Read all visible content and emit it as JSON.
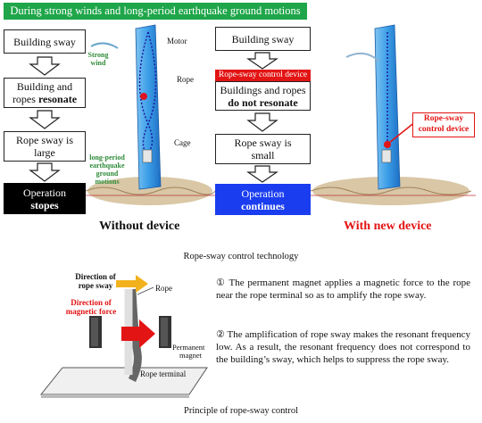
{
  "banner": "During strong winds and long-period earthquake ground motions",
  "left": {
    "box1": "Building sway",
    "box2_line1": "Building and",
    "box2_line2a": "ropes ",
    "box2_line2b": "resonate",
    "box3_line1": "Rope sway is",
    "box3_line2": "large",
    "box4_line1": "Operation",
    "box4_line2": "stopes",
    "title": "Without device"
  },
  "right": {
    "box1": "Building sway",
    "device_bar": "Rope-sway control device",
    "box2_line1": "Buildings and ropes",
    "box2_line2": "do not resonate",
    "box3_line1": "Rope sway is",
    "box3_line2": "small",
    "box4_line1": "Operation",
    "box4_line2": "continues",
    "title": "With new device",
    "device_label_line1": "Rope-sway",
    "device_label_line2": "control device"
  },
  "tower_labels": {
    "motor": "Motor",
    "rope": "Rope",
    "cage": "Cage",
    "wind_line1": "Strong",
    "wind_line2": "wind",
    "quake_line1": "long-period",
    "quake_line2": "earthquake",
    "quake_line3": "ground",
    "quake_line4": "motions"
  },
  "caption_top": "Rope-sway control technology",
  "principle": {
    "direction_sway_line1": "Direction of",
    "direction_sway_line2": "rope sway",
    "direction_force_line1": "Direction of",
    "direction_force_line2": "magnetic force",
    "rope": "Rope",
    "permanent_line1": "Permanent",
    "permanent_line2": "magnet",
    "rope_terminal": "Rope terminal"
  },
  "para1": "① The permanent magnet applies a magnetic force to the rope near the rope terminal so as to amplify the rope sway.",
  "para2": "② The amplification of rope sway makes the resonant frequency low. As a result, the resonant frequency does not correspond to the building’s sway, which helps to suppress the rope sway.",
  "caption_bottom": "Principle of rope-sway control",
  "colors": {
    "green": "#1fa64a",
    "red": "#e31414",
    "blue": "#1a3df0",
    "black": "#000000"
  }
}
